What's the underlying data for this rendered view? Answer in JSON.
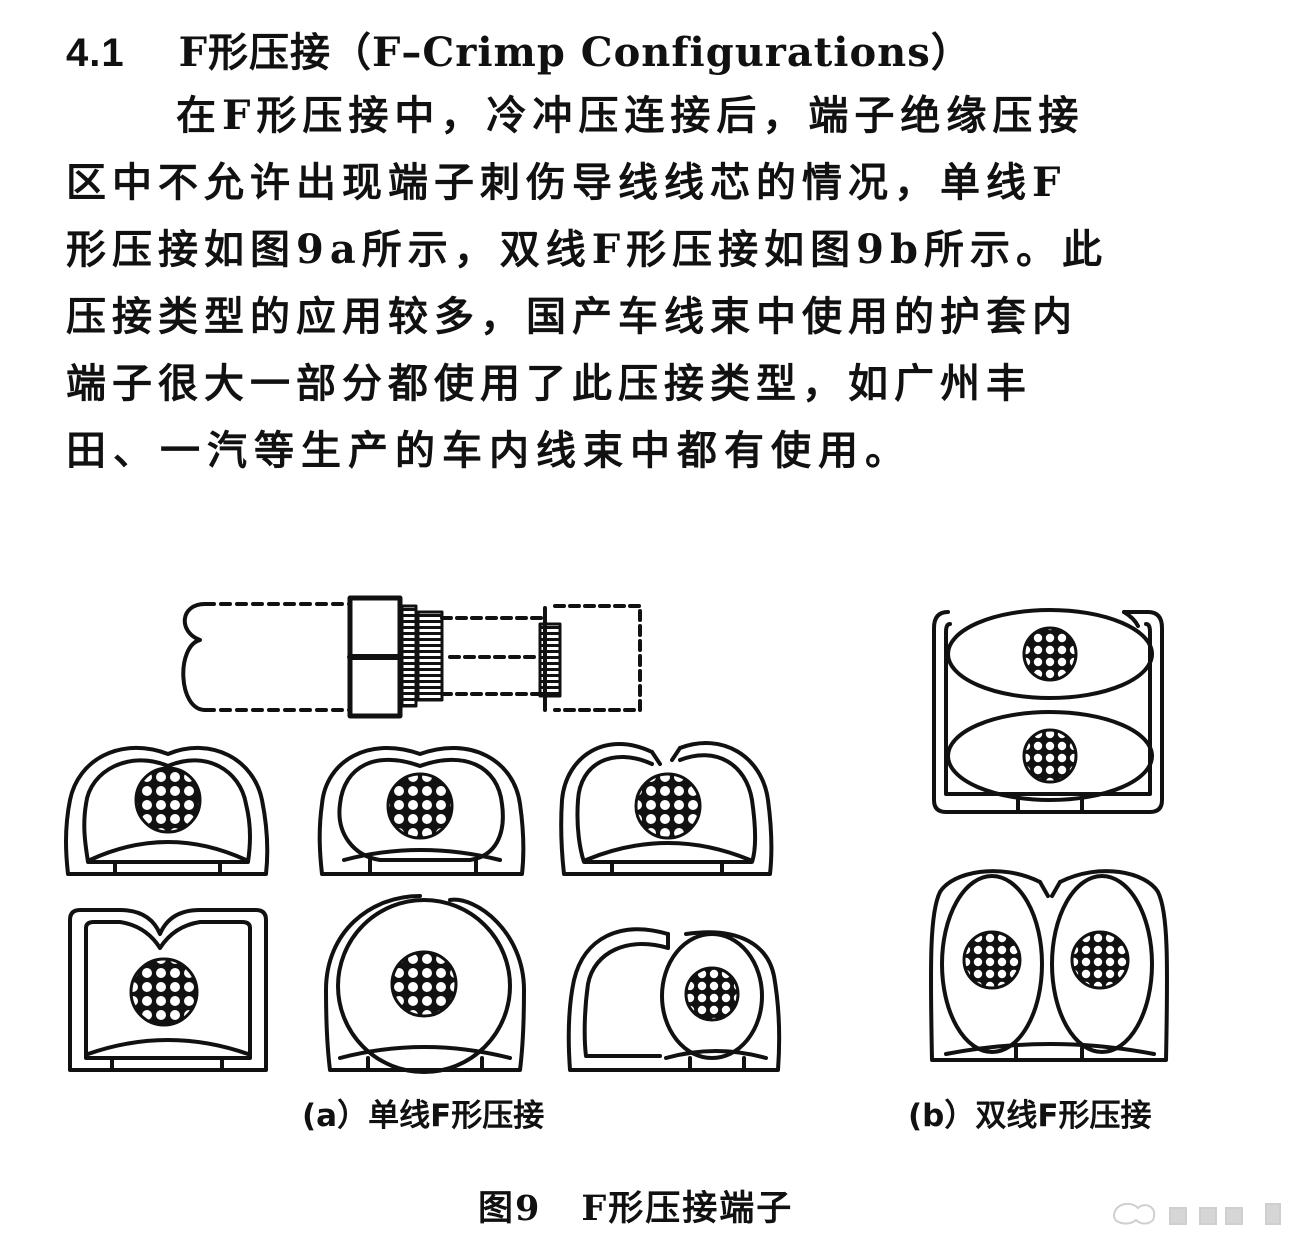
{
  "section": {
    "number": "4.1",
    "title": "F形压接（F–Crimp  Configurations）"
  },
  "paragraph": {
    "lines": [
      "在F形压接中，冷冲压连接后，端子绝缘压接",
      "区中不允许出现端子刺伤导线线芯的情况，单线F",
      "形压接如图9a所示，双线F形压接如图9b所示。此",
      "压接类型的应用较多，国产车线束中使用的护套内",
      "端子很大一部分都使用了此压接类型，如广州丰",
      "田、一汽等生产的车内线束中都有使用。"
    ]
  },
  "figure": {
    "caption_a": "(a）单线F形压接",
    "caption_b": "(b）双线F形压接",
    "label": "图9",
    "title": "F形压接端子"
  },
  "colors": {
    "ink": "#111111",
    "paper": "#ffffff"
  }
}
